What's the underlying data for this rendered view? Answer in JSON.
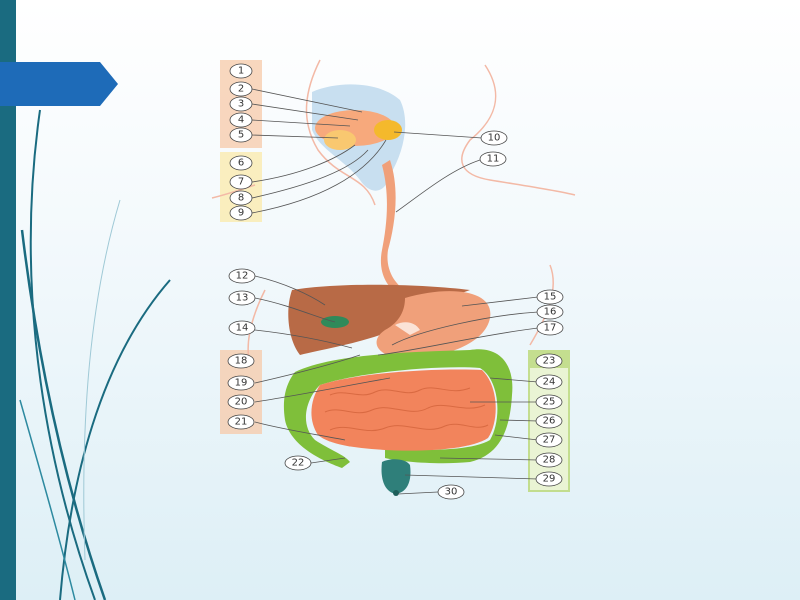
{
  "labels": {
    "n1": "1",
    "n2": "2",
    "n3": "3",
    "n4": "4",
    "n5": "5",
    "n6": "6",
    "n7": "7",
    "n8": "8",
    "n9": "9",
    "n10": "10",
    "n11": "11",
    "n12": "12",
    "n13": "13",
    "n14": "14",
    "n15": "15",
    "n16": "16",
    "n17": "17",
    "n18": "18",
    "n19": "19",
    "n20": "20",
    "n21": "21",
    "n22": "22",
    "n23": "23",
    "n24": "24",
    "n25": "25",
    "n26": "26",
    "n27": "27",
    "n28": "28",
    "n29": "29",
    "n30": "30"
  },
  "colors": {
    "sidebar": "#1a6b80",
    "arrow": "#1e6bb8",
    "group_orange": "#f7c9a8",
    "group_yellow": "#fbeaaa",
    "group_green": "#b7d66b",
    "liver": "#b86a46",
    "stomach": "#f0a07a",
    "small_intestine": "#f2845c",
    "large_intestine": "#7fbf3a",
    "rectum": "#2f7f7a"
  }
}
